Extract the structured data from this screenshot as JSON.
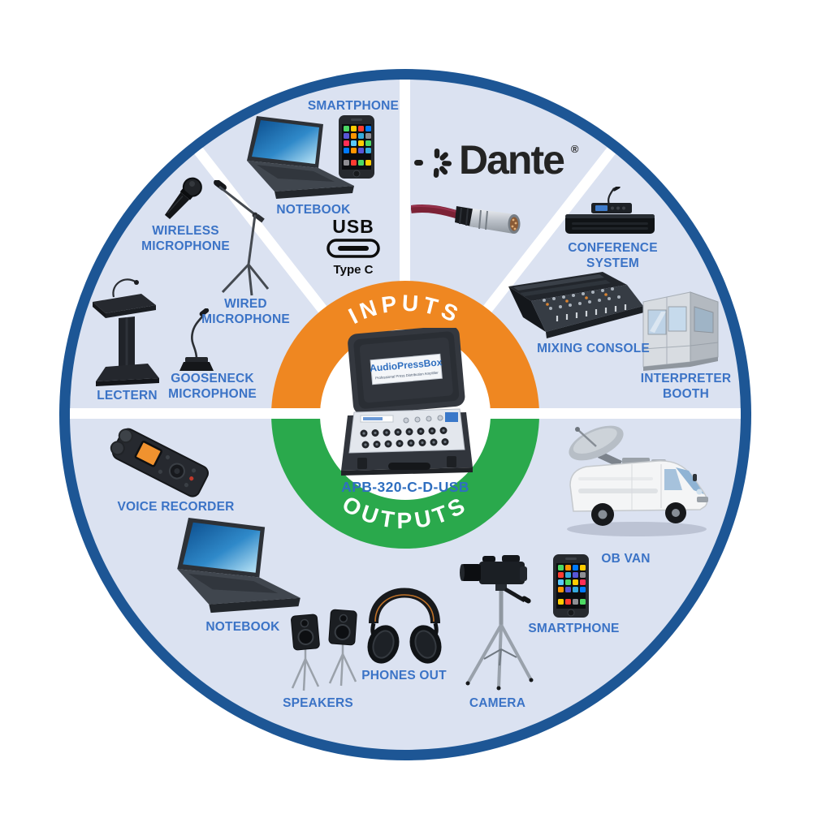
{
  "diagram": {
    "type": "radial-product-connection-diagram",
    "product": {
      "brand": "AudioPressBox",
      "tagline": "Professional Press Distribution Amplifier",
      "model": "APB-320-C-D-USB"
    },
    "hub": {
      "inputs": "INPUTS",
      "outputs": "OUTPUTS"
    },
    "colors": {
      "ring_border": "#1D5695",
      "circle_fill": "#DBE2F1",
      "inputs_arc": "#EF8721",
      "outputs_arc": "#2AA94C",
      "label_text": "#3B73C6",
      "background": "#FFFFFF"
    },
    "inputs": [
      {
        "name": "smartphone",
        "label": "SMARTPHONE",
        "icon": "smartphone-icon"
      },
      {
        "name": "notebook",
        "label": "NOTEBOOK",
        "icon": "notebook-icon"
      },
      {
        "name": "usb-type-c",
        "label": "USB",
        "sublabel": "Type C",
        "icon": "usb-type-c-icon"
      },
      {
        "name": "wireless-microphone",
        "label": "WIRELESS MICROPHONE",
        "icon": "wireless-microphone-icon"
      },
      {
        "name": "wired-microphone",
        "label": "WIRED MICROPHONE",
        "icon": "microphone-stand-icon"
      },
      {
        "name": "gooseneck-microphone",
        "label": "GOOSENECK MICROPHONE",
        "icon": "gooseneck-microphone-icon"
      },
      {
        "name": "lectern",
        "label": "LECTERN",
        "icon": "lectern-icon"
      },
      {
        "name": "dante",
        "label": "Dante",
        "registered_mark": "®",
        "icon": "dante-logo-icon"
      },
      {
        "name": "conference-system",
        "label": "CONFERENCE SYSTEM",
        "icon": "conference-system-icon"
      },
      {
        "name": "mixing-console",
        "label": "MIXING CONSOLE",
        "icon": "mixing-console-icon"
      },
      {
        "name": "interpreter-booth",
        "label": "INTERPRETER BOOTH",
        "icon": "interpreter-booth-icon"
      }
    ],
    "outputs": [
      {
        "name": "voice-recorder",
        "label": "VOICE RECORDER",
        "icon": "voice-recorder-icon"
      },
      {
        "name": "notebook",
        "label": "NOTEBOOK",
        "icon": "notebook-icon"
      },
      {
        "name": "speakers",
        "label": "SPEAKERS",
        "icon": "speakers-icon"
      },
      {
        "name": "phones-out",
        "label": "PHONES OUT",
        "icon": "headphones-icon"
      },
      {
        "name": "camera",
        "label": "CAMERA",
        "icon": "video-camera-icon"
      },
      {
        "name": "smartphone",
        "label": "SMARTPHONE",
        "icon": "smartphone-icon"
      },
      {
        "name": "ob-van",
        "label": "OB VAN",
        "icon": "ob-van-icon"
      }
    ]
  }
}
